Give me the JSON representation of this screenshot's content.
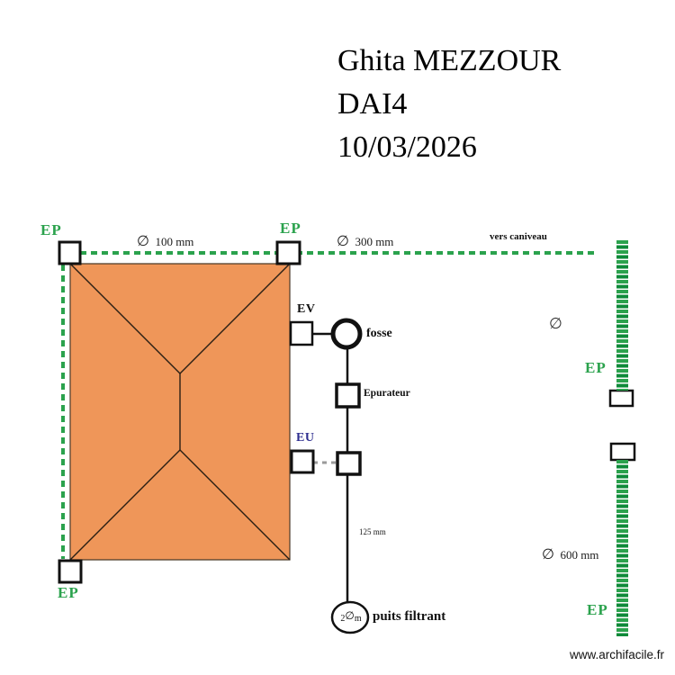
{
  "header": {
    "name": "Ghita MEZZOUR",
    "project": "DAI4",
    "date": "10/03/2026"
  },
  "plan": {
    "diameter_symbol": "∅",
    "labels": {
      "ep": "EP",
      "ev": "EV",
      "eu": "EU",
      "fosse": "fosse",
      "epurateur": "Epurateur",
      "puits_filtrant": "puits filtrant",
      "vers_caniveau": "vers caniveau",
      "well_size": "2",
      "well_unit": "m"
    },
    "measurements": {
      "pipe_top_left": "100 mm",
      "pipe_top_right": "300 mm",
      "pipe_right": "600 mm",
      "pipe_drop": "125 mm"
    },
    "colors": {
      "pipe_green": "#2ba24d",
      "pipe_green_dark": "#0e8a39",
      "roof_orange": "#ef9659",
      "eu_blue": "#2e2e8f"
    }
  },
  "footer": {
    "watermark": "www.archifacile.fr"
  }
}
